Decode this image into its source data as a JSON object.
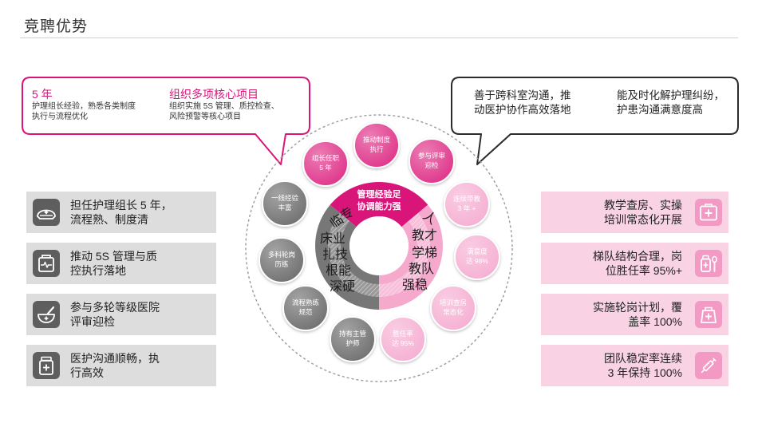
{
  "page": {
    "title": "竞聘优势"
  },
  "colors": {
    "magenta": "#d9157a",
    "hub_gray": "#777777",
    "hub_pink": "#f4a9cd",
    "bar_gray": "#dddddd",
    "bar_pink": "#f9d2e4",
    "icon_gray": "#5e5e5e",
    "icon_pink": "#f29ac4",
    "bubble_magenta": "#e0378c",
    "bubble_pink": "#f6b1d4",
    "bubble_gray": "#737373",
    "outline_dark": "#2b2b2b"
  },
  "callout_left": {
    "block1": {
      "heading": "5 年",
      "lines": [
        "护理组长经验，熟悉各类制度",
        "执行与流程优化"
      ]
    },
    "block2": {
      "heading": "组织多项核心项目",
      "lines": [
        "组织实施 5S 管理、质控检查、",
        "风险预警等核心项目"
      ]
    }
  },
  "callout_right": {
    "block1": {
      "lines": [
        "善于跨科室沟通，推",
        "动医护协作高效落地"
      ]
    },
    "block2": {
      "lines": [
        "能及时化解护理纠纷，",
        "护患沟通满意度高"
      ]
    }
  },
  "hub": {
    "top": [
      "管理经验足",
      "协调能力强"
    ],
    "left": [
      "临专",
      "床业",
      "扎技",
      "根能",
      "深硬"
    ],
    "right": [
      "人",
      "教才",
      "学梯",
      "教队",
      "强稳"
    ]
  },
  "bubbles": [
    {
      "lines": [
        "组长任职",
        "5 年"
      ]
    },
    {
      "lines": [
        "推动制度",
        "执行"
      ]
    },
    {
      "lines": [
        "参与评审",
        "迎检"
      ]
    },
    {
      "lines": [
        "连续带教",
        "3 年 +"
      ]
    },
    {
      "lines": [
        "满意度",
        "达 98%"
      ]
    },
    {
      "lines": [
        "培训查房",
        "常态化"
      ]
    },
    {
      "lines": [
        "胜任率",
        "达 95%"
      ]
    },
    {
      "lines": [
        "一线经验",
        "丰富"
      ]
    },
    {
      "lines": [
        "多科轮岗",
        "历练"
      ]
    },
    {
      "lines": [
        "流程熟练",
        "规范"
      ]
    },
    {
      "lines": [
        "持有主管",
        "护师"
      ]
    }
  ],
  "left_items": [
    {
      "icon": "nurse-cap-icon",
      "lines": [
        "担任护理组长 5 年，",
        "流程熟、制度清"
      ]
    },
    {
      "icon": "medical-kit-icon",
      "lines": [
        "推动 5S 管理与质",
        "控执行落地"
      ]
    },
    {
      "icon": "mortar-pestle-icon",
      "lines": [
        "参与多轮等级医院",
        "评审迎检"
      ]
    },
    {
      "icon": "medicine-bottle-icon",
      "lines": [
        "医护沟通顺畅，执",
        "行高效"
      ]
    }
  ],
  "right_items": [
    {
      "icon": "first-aid-box-icon",
      "lines": [
        "教学查房、实操",
        "培训常态化开展"
      ]
    },
    {
      "icon": "bottle-spoon-icon",
      "lines": [
        "梯队结构合理，岗",
        "位胜任率 95%+"
      ]
    },
    {
      "icon": "medicine-bag-icon",
      "lines": [
        "实施轮岗计划，覆",
        "盖率 100%"
      ]
    },
    {
      "icon": "syringe-icon",
      "lines": [
        "团队稳定率连续",
        "3 年保持 100%"
      ]
    }
  ]
}
